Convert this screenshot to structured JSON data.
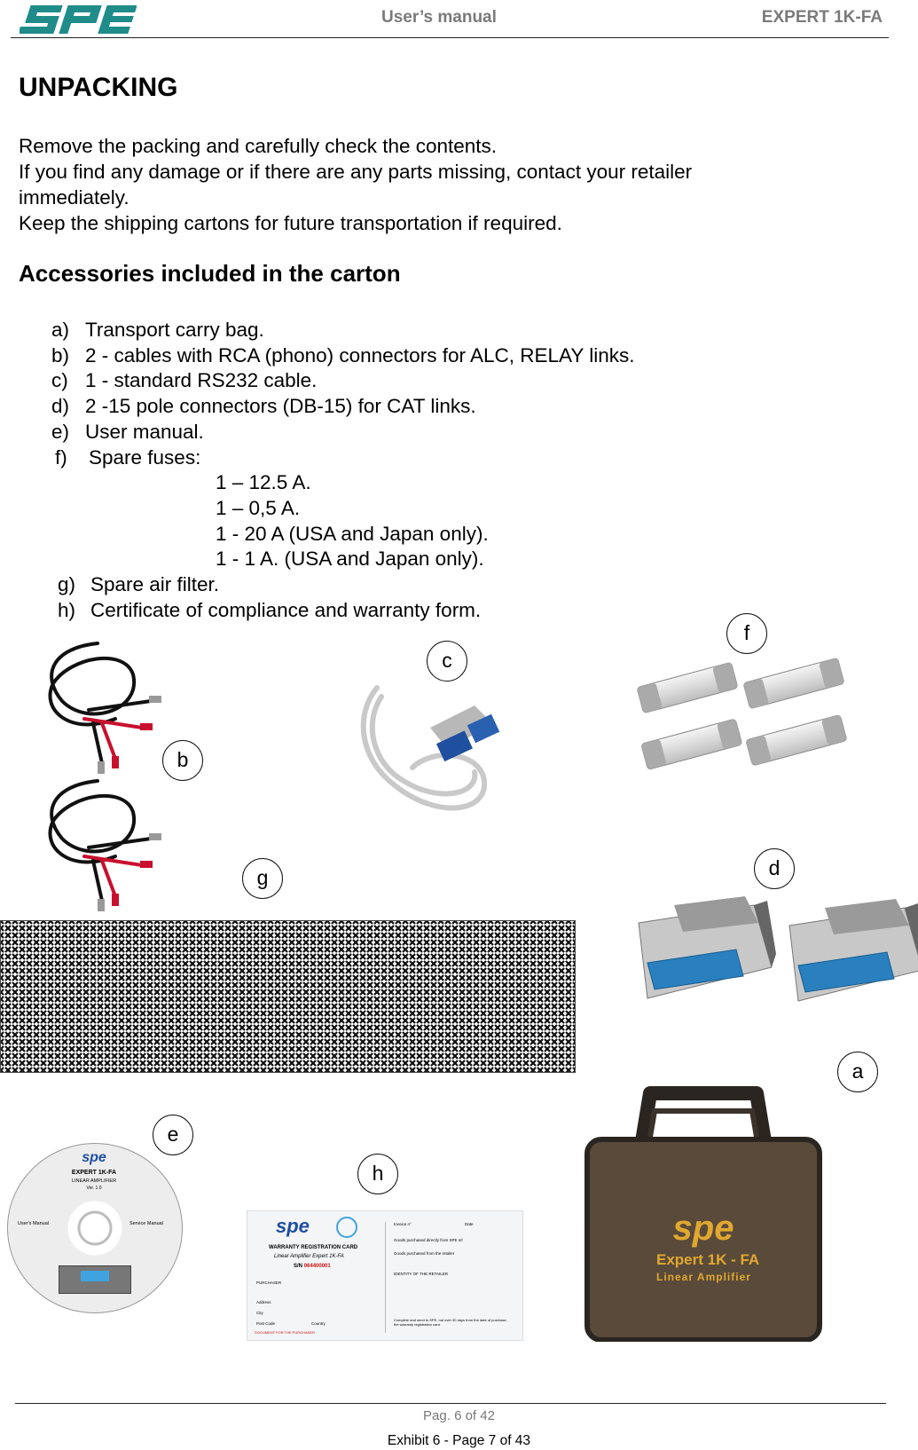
{
  "header": {
    "logo_text": "spe",
    "center": "User’s manual",
    "right": "EXPERT 1K-FA"
  },
  "title": "UNPACKING",
  "intro": [
    "Remove the packing and carefully check the contents.",
    "If you find any damage or if there are any parts missing, contact your retailer",
    "immediately.",
    "Keep the shipping cartons for future transportation if required."
  ],
  "accessories_heading": "Accessories included in the carton",
  "accessories": [
    {
      "label": "a)",
      "text": "Transport carry bag."
    },
    {
      "label": "b)",
      "text": "2 - cables with RCA (phono) connectors for ALC, RELAY links."
    },
    {
      "label": "c)",
      "text": "1 - standard RS232 cable."
    },
    {
      "label": "d)",
      "text": "2 -15 pole connectors (DB-15) for CAT links."
    },
    {
      "label": "e)",
      "text": "User manual."
    },
    {
      "label": "f)",
      "text": "Spare fuses:"
    }
  ],
  "fuses": [
    "1 – 12.5 A.",
    "1 – 0,5 A.",
    "1 - 20 A (USA and Japan only).",
    "1 - 1 A.  (USA and Japan only)."
  ],
  "accessories_tail": [
    {
      "label": "g)",
      "text": "Spare air filter."
    },
    {
      "label": "h)",
      "text": "Certificate of compliance and warranty form."
    }
  ],
  "photo_labels": {
    "a": "a",
    "b": "b",
    "c": "c",
    "d": "d",
    "e": "e",
    "f": "f",
    "g": "g",
    "h": "h"
  },
  "cd": {
    "logo": "spe",
    "title": "EXPERT 1K-FA",
    "subtitle": "LINEAR AMPLIFIER",
    "version": "Ver. 1.0",
    "left": "User's Manual",
    "right": "Service Manual"
  },
  "warranty": {
    "logo": "spe",
    "heading": "WARRANTY REGISTRATION CARD",
    "subheading": "Linear Amplifier Expert 1K-FA",
    "sn_label": "S/N",
    "sn": "064400001",
    "purchaser": "PURCHASER",
    "address": "Address",
    "city": "City",
    "post_code": "Post Code",
    "country": "Country",
    "doc": "DOCUMENT FOR THE PURCHASER",
    "invoice": "Invoice n°",
    "date": "Date",
    "opt1": "Goods purchased directly from SPE srl",
    "opt2": "Goods purchased from the retailer",
    "identity": "IDENTITY OF THE RETAILER",
    "note": "Complete and send to SPE, not over 30 days from the date of purchase, the warranty registration card."
  },
  "bag": {
    "logo": "spe",
    "line1": "Expert 1K - FA",
    "line2": "Linear Amplifier"
  },
  "footer": {
    "page": "Pag. 6 of 42",
    "exhibit": "Exhibit 6 - Page 7 of 43"
  },
  "colors": {
    "logo": "#1f8c8a",
    "header_gray": "#7a7a7a",
    "cable_red": "#c8102e",
    "bag_brown": "#5a4a3a",
    "bag_logo": "#e0a830",
    "connector_blue": "#2a7fbf",
    "sn_red": "#d01010"
  }
}
